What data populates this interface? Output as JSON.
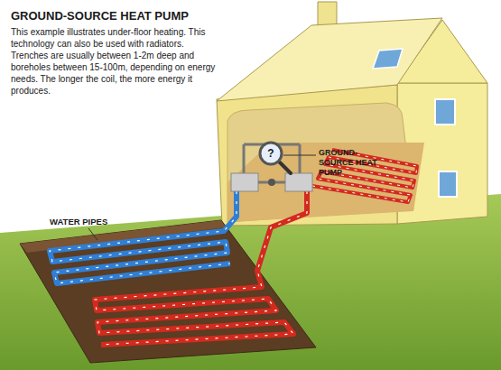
{
  "diagram": {
    "title": "GROUND-SOURCE HEAT PUMP",
    "labels": [
      "This example illustrates under-floor heating. This technology can also be used with radiators. Trenches are usually between 1-2m deep and boreholes between 15-100m, depending on energy needs. The longer the coil, the more energy it produces.",
      "GROUND-SOURCE HEAT PUMP",
      "?",
      "WATER PIPES"
    ]
  }
}
